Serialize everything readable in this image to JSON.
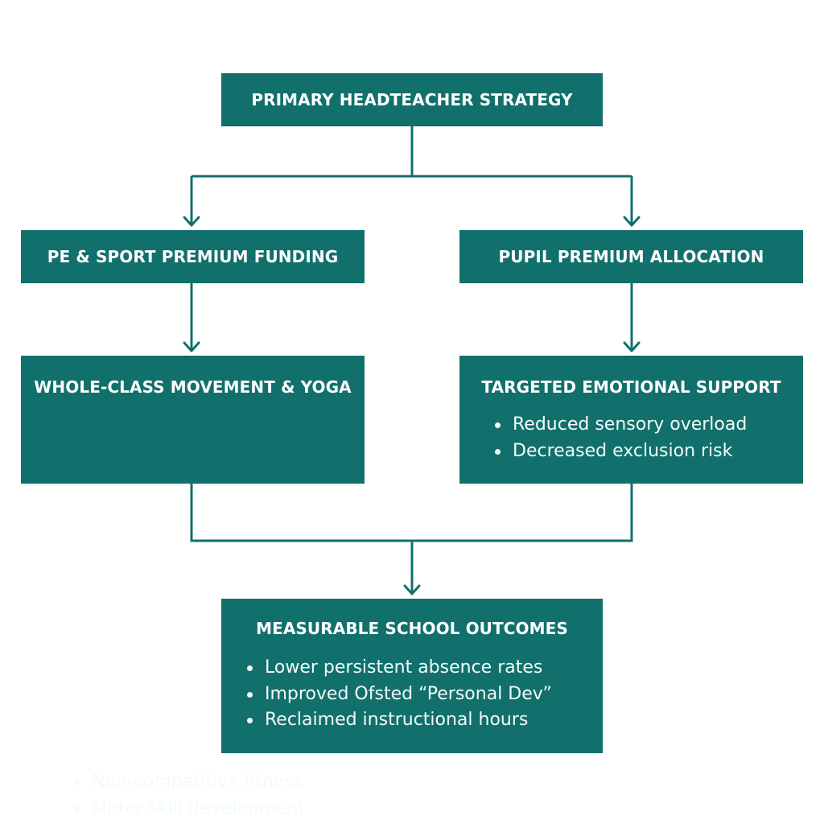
{
  "diagram": {
    "colors": {
      "node_fill": "#11706c",
      "connector": "#11706c",
      "text": "#ffffff",
      "background": "#ffffff"
    },
    "root": {
      "title": "PRIMARY HEADTEACHER STRATEGY"
    },
    "left_branch": {
      "title": "PE & SPORT PREMIUM FUNDING",
      "detail": {
        "title": "WHOLE-CLASS MOVEMENT & YOGA",
        "items": [
          "Non-competitive fitness",
          "Motor skill development"
        ]
      }
    },
    "right_branch": {
      "title": "PUPIL PREMIUM ALLOCATION",
      "detail": {
        "title": "TARGETED EMOTIONAL SUPPORT",
        "items": [
          "Reduced sensory overload",
          "Decreased exclusion risk"
        ]
      }
    },
    "outcome": {
      "title": "MEASURABLE SCHOOL OUTCOMES",
      "items": [
        "Lower persistent absence rates",
        "Improved Ofsted “Personal Dev”",
        "Reclaimed instructional hours"
      ]
    }
  }
}
